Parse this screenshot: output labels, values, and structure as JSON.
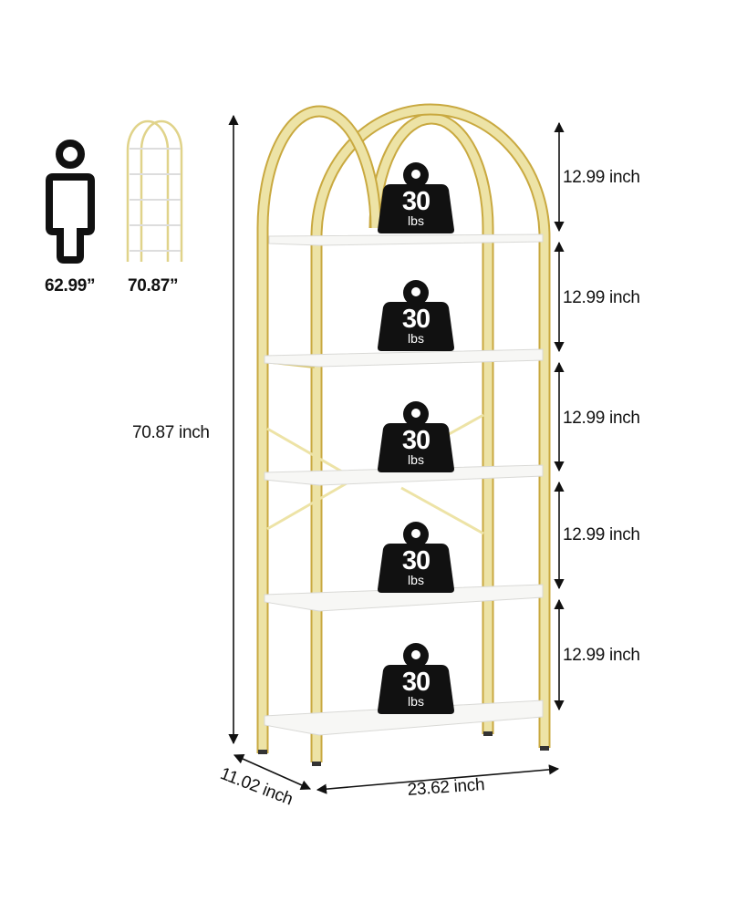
{
  "comparison": {
    "person_height": "62.99”",
    "shelf_height": "70.87”",
    "person_icon": "person-icon",
    "shelf_thumbnail": "bookshelf-thumbnail"
  },
  "dimensions": {
    "total_height": "70.87 inch",
    "width": "23.62 inch",
    "depth": "11.02 inch",
    "shelf_spacing": [
      "12.99 inch",
      "12.99 inch",
      "12.99 inch",
      "12.99 inch",
      "12.99 inch"
    ]
  },
  "load_capacity": [
    {
      "value": "30",
      "unit": "lbs"
    },
    {
      "value": "30",
      "unit": "lbs"
    },
    {
      "value": "30",
      "unit": "lbs"
    },
    {
      "value": "30",
      "unit": "lbs"
    },
    {
      "value": "30",
      "unit": "lbs"
    }
  ],
  "colors": {
    "frame_gold": "#E8DC9A",
    "frame_edge": "#C9A940",
    "shelf_white": "#F7F7F5",
    "text": "#111111"
  }
}
